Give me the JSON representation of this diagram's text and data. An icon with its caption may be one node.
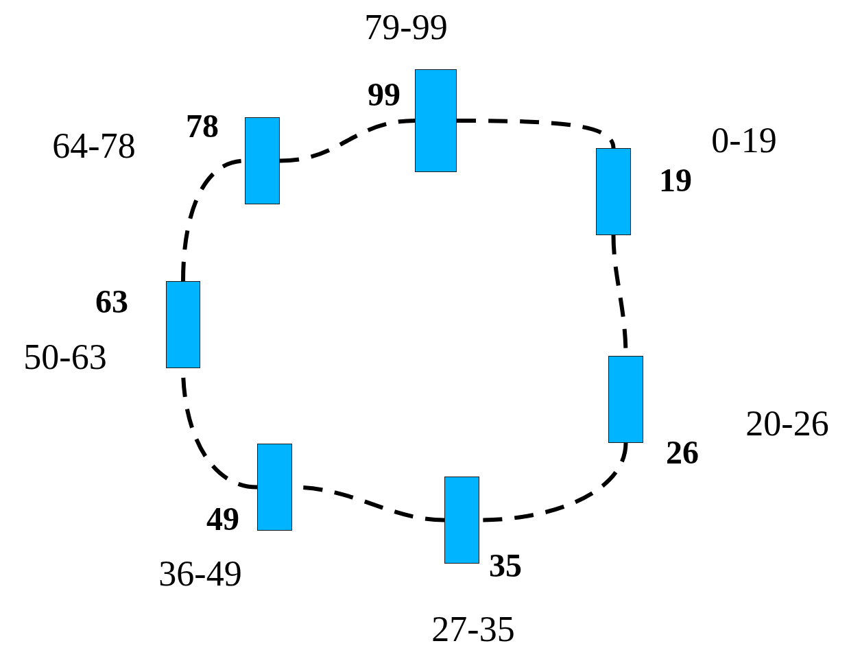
{
  "diagram": {
    "nodes": [
      {
        "text": [],
        "shape": "bar",
        "beside": [
          "63",
          "50-63"
        ]
      },
      {
        "text": [],
        "shape": "bar",
        "beside": [
          "78",
          "64-78"
        ]
      },
      {
        "text": [],
        "shape": "bar",
        "beside": [
          "49",
          "36-49"
        ]
      },
      {
        "text": [],
        "shape": "bar",
        "beside": [
          "99",
          "79-99"
        ]
      },
      {
        "text": [],
        "shape": "bar",
        "beside": [
          "35",
          "27-35"
        ]
      },
      {
        "text": [],
        "shape": "bar",
        "beside": [
          "19",
          "0-19"
        ]
      },
      {
        "text": [],
        "shape": "bar",
        "beside": [
          "26",
          "20-26"
        ]
      }
    ],
    "edges": [
      {
        "from": 5,
        "to": 6,
        "arrow": "none",
        "style": "dashed"
      },
      {
        "from": 6,
        "to": 4,
        "arrow": "none",
        "style": "dashed"
      },
      {
        "from": 4,
        "to": 2,
        "arrow": "none",
        "style": "dashed"
      },
      {
        "from": 2,
        "to": 0,
        "arrow": "none",
        "style": "dashed"
      },
      {
        "from": 0,
        "to": 1,
        "arrow": "none",
        "style": "dashed"
      },
      {
        "from": 1,
        "to": 3,
        "arrow": "none",
        "style": "dashed"
      },
      {
        "from": 3,
        "to": 5,
        "arrow": "none",
        "style": "dashed"
      }
    ]
  }
}
